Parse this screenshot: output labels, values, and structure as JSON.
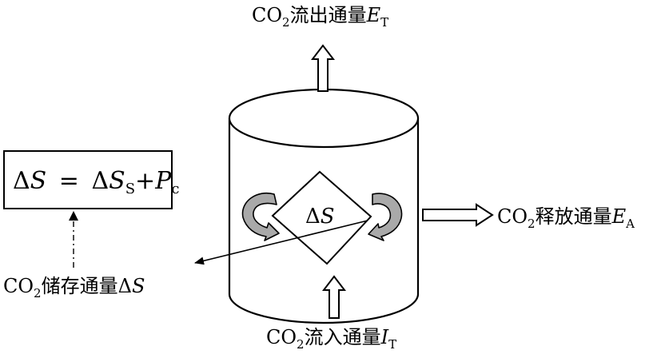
{
  "labels": {
    "outflow": {
      "prefix": "CO",
      "sub": "2",
      "text": "流出通量",
      "symbol": "E",
      "symbol_sub": "T"
    },
    "inflow": {
      "prefix": "CO",
      "sub": "2",
      "text": "流入通量",
      "symbol": "I",
      "symbol_sub": "T"
    },
    "release": {
      "prefix": "CO",
      "sub": "2",
      "text": "释放通量",
      "symbol": "E",
      "symbol_sub": "A"
    },
    "storage": {
      "prefix": "CO",
      "sub": "2",
      "text": "储存通量",
      "delta": "Δ",
      "symbol": "S"
    },
    "center": {
      "delta": "Δ",
      "symbol": "S"
    }
  },
  "equation": {
    "lhs_delta": "Δ",
    "lhs_symbol": "S",
    "equals": "=",
    "rhs1_delta": "Δ",
    "rhs1_symbol": "S",
    "rhs1_sub": "S",
    "plus": "+",
    "rhs2_symbol": "P",
    "rhs2_sub": "c"
  },
  "colors": {
    "line": "#000000",
    "curved_arrow_fill": "#a9a9a9",
    "background": "#ffffff"
  }
}
